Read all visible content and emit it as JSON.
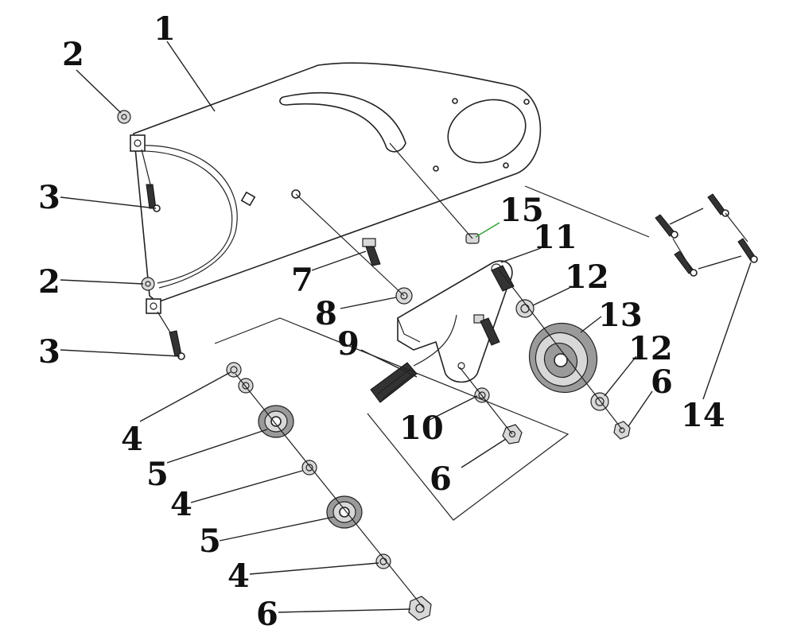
{
  "labels": {
    "l1": "1",
    "l2a": "2",
    "l2b": "2",
    "l3a": "3",
    "l3b": "3",
    "l4a": "4",
    "l4b": "4",
    "l4c": "4",
    "l5a": "5",
    "l5b": "5",
    "l6a": "6",
    "l6b": "6",
    "l6c": "6",
    "l7": "7",
    "l8": "8",
    "l9": "9",
    "l10": "10",
    "l11": "11",
    "l12a": "12",
    "l12b": "12",
    "l13": "13",
    "l14": "14",
    "l15": "15"
  },
  "colors": {
    "line": "#222222",
    "highlight_leader": "#2ea02e",
    "background": "#ffffff"
  }
}
